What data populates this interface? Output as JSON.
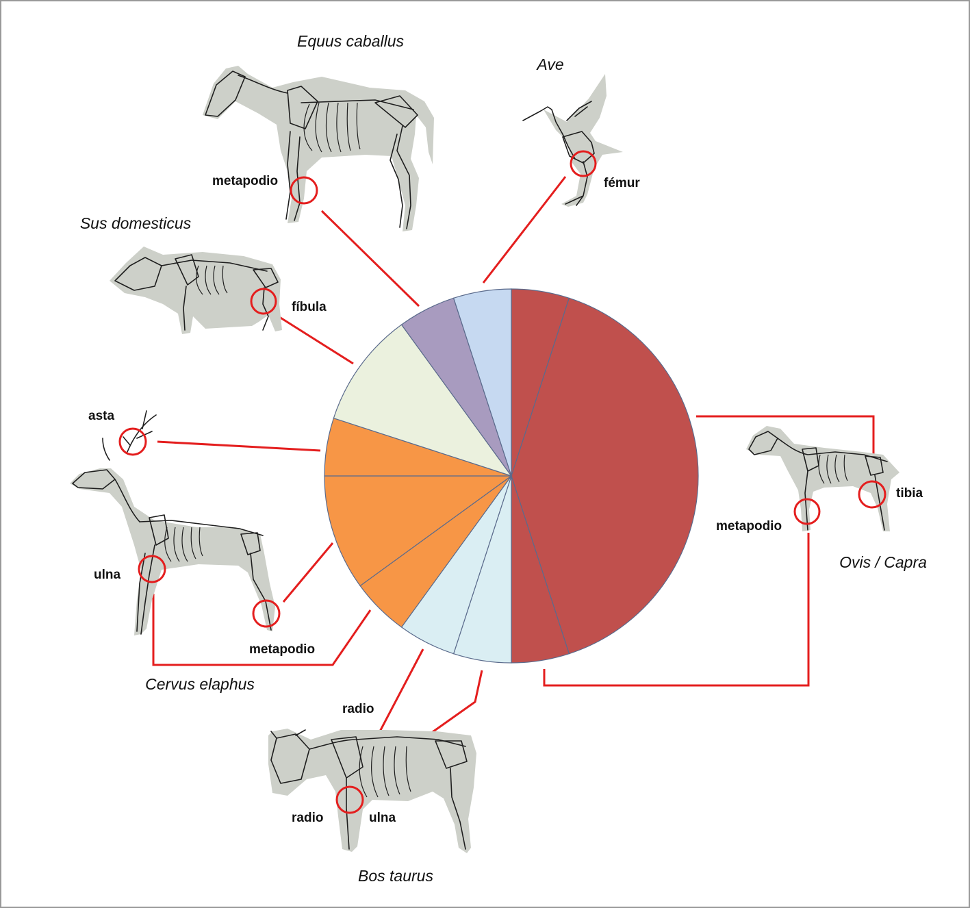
{
  "colors": {
    "slice_dark_red": "#c0504d",
    "slice_orange": "#f79646",
    "slice_light_blue": "#daeef3",
    "slice_cream": "#ebf1de",
    "slice_lavender": "#a89bbf",
    "slice_pale_blue": "#c6d9f1",
    "slice_divider": "#5b6b8c",
    "connector_red": "#e41e1e",
    "silhouette_grey": "#cdd0c9",
    "frame": "#999999"
  },
  "pie_slices": [
    {
      "id": "ovis-capra-a",
      "fraction": 0.05,
      "color": "#c0504d"
    },
    {
      "id": "ovis-capra-b",
      "fraction": 0.4,
      "color": "#c0504d"
    },
    {
      "id": "ovis-capra-c",
      "fraction": 0.05,
      "color": "#c0504d"
    },
    {
      "id": "bos-taurus-a",
      "fraction": 0.05,
      "color": "#daeef3"
    },
    {
      "id": "bos-taurus-b",
      "fraction": 0.05,
      "color": "#daeef3"
    },
    {
      "id": "cervus-elaphus-a",
      "fraction": 0.05,
      "color": "#f79646"
    },
    {
      "id": "cervus-elaphus-b",
      "fraction": 0.1,
      "color": "#f79646"
    },
    {
      "id": "cervus-elaphus-c",
      "fraction": 0.05,
      "color": "#f79646"
    },
    {
      "id": "sus-domesticus",
      "fraction": 0.1,
      "color": "#ebf1de"
    },
    {
      "id": "equus-caballus",
      "fraction": 0.05,
      "color": "#a89bbf"
    },
    {
      "id": "ave",
      "fraction": 0.05,
      "color": "#c6d9f1"
    }
  ],
  "species": {
    "equus": "Equus caballus",
    "ave": "Ave",
    "sus": "Sus domesticus",
    "cervus": "Cervus elaphus",
    "bos": "Bos taurus",
    "ovis": "Ovis / Capra"
  },
  "bones": {
    "equus_metapodio": "metapodio",
    "ave_femur": "fémur",
    "sus_fibula": "fíbula",
    "cervus_asta": "asta",
    "cervus_ulna": "ulna",
    "cervus_metapodio": "metapodio",
    "bos_radio_top": "radio",
    "bos_radio_bottom": "radio",
    "bos_ulna": "ulna",
    "ovis_tibia": "tibia",
    "ovis_metapodio": "metapodio"
  }
}
